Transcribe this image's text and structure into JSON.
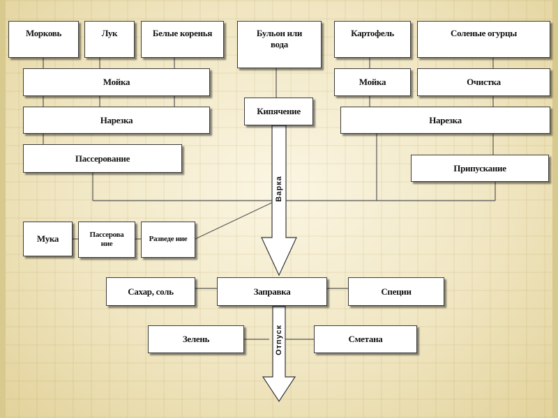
{
  "diagram": {
    "top_row": {
      "carrot": "Морковь",
      "onion": "Лук",
      "white_roots": "Белые коренья",
      "broth": "Бульон или вода",
      "potato": "Картофель",
      "pickles": "Соленые огурцы"
    },
    "steps": {
      "wash_left": "Мойка",
      "cut_left": "Нарезка",
      "saute": "Пассерование",
      "boil": "Кипячение",
      "wash_right": "Мойка",
      "peel": "Очистка",
      "cut_right": "Нарезка",
      "poach": "Припускание"
    },
    "flour_row": {
      "flour": "Мука",
      "flour_saute": "Пассерова ние",
      "dilute": "Разведе ние"
    },
    "seasoning_row": {
      "sugar_salt": "Сахар, соль",
      "dressing": "Заправка",
      "spices": "Специи"
    },
    "serving_row": {
      "greens": "Зелень",
      "sour_cream": "Сметана"
    },
    "arrows": {
      "cooking": "Варка",
      "serving": "Отпуск"
    }
  }
}
